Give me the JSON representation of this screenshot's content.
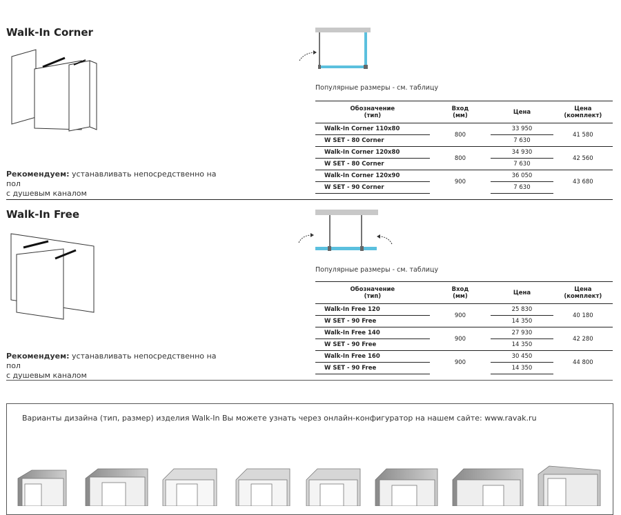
{
  "sections": [
    {
      "title": "Walk-In Corner",
      "popular": "Популярные размеры - см. таблицу",
      "recommend_bold": "Рекомендуем:",
      "recommend_rest": " устанавливать непосредственно на пол",
      "recommend_line2": "с душевым каналом",
      "headers": {
        "name": "Обозначение",
        "name_sub": "(тип)",
        "inlet": "Вход",
        "inlet_sub": "(мм)",
        "price": "Цена",
        "set": "Цена",
        "set_sub": "(комплект)"
      },
      "groups": [
        {
          "name1": "Walk-In Corner 110x80",
          "name2": "W SET - 80 Corner",
          "inlet": "800",
          "price1": "33 950",
          "price2": "7 630",
          "set": "41 580"
        },
        {
          "name1": "Walk-In Corner 120x80",
          "name2": "W SET - 80 Corner",
          "inlet": "800",
          "price1": "34 930",
          "price2": "7 630",
          "set": "42 560"
        },
        {
          "name1": "Walk-In Corner 120x90",
          "name2": "W SET - 90 Corner",
          "inlet": "900",
          "price1": "36 050",
          "price2": "7 630",
          "set": "43 680"
        }
      ]
    },
    {
      "title": "Walk-In Free",
      "popular": "Популярные размеры - см. таблицу",
      "recommend_bold": "Рекомендуем:",
      "recommend_rest": " устанавливать непосредственно на пол",
      "recommend_line2": "с душевым каналом",
      "headers": {
        "name": "Обозначение",
        "name_sub": "(тип)",
        "inlet": "Вход",
        "inlet_sub": "(мм)",
        "price": "Цена",
        "set": "Цена",
        "set_sub": "(комплект)"
      },
      "groups": [
        {
          "name1": "Walk-In Free 120",
          "name2": "W SET - 90 Free",
          "inlet": "900",
          "price1": "25 830",
          "price2": "14 350",
          "set": "40 180"
        },
        {
          "name1": "Walk-In Free 140",
          "name2": "W SET - 90 Free",
          "inlet": "900",
          "price1": "27 930",
          "price2": "14 350",
          "set": "42 280"
        },
        {
          "name1": "Walk-In Free 160",
          "name2": "W SET - 90 Free",
          "inlet": "900",
          "price1": "30 450",
          "price2": "14 350",
          "set": "44 800"
        }
      ]
    }
  ],
  "footer_box": {
    "text": "Варианты дизайна (тип, размер) изделия Walk-In Вы можете узнать через онлайн-конфигуратор на нашем сайте: www.ravak.ru"
  },
  "colors": {
    "glass_blue": "#5bc0de",
    "wall_gray": "#c8c8c8",
    "line": "#222222"
  }
}
